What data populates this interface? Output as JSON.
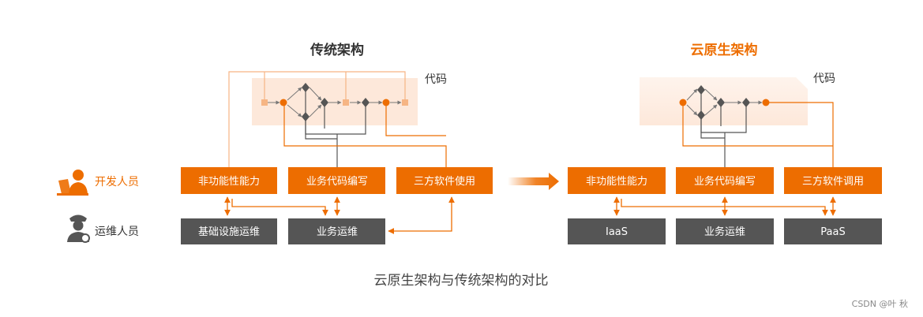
{
  "traditional": {
    "title": "传统架构",
    "code_label": "代码",
    "dev_boxes": [
      "非功能性能力",
      "业务代码编写",
      "三方软件使用"
    ],
    "ops_boxes": [
      "基础设施运维",
      "业务运维"
    ]
  },
  "cloud_native": {
    "title": "云原生架构",
    "code_label": "代码",
    "dev_boxes": [
      "非功能性能力",
      "业务代码编写",
      "三方软件调用"
    ],
    "ops_boxes": [
      "IaaS",
      "业务运维",
      "PaaS"
    ]
  },
  "roles": {
    "developer": "开发人员",
    "operator": "运维人员"
  },
  "caption": "云原生架构与传统架构的对比",
  "watermark": "CSDN @叶  秋",
  "colors": {
    "orange": "#ed6d00",
    "dark_gray": "#555555",
    "light_orange_bg": "#fde8da",
    "node_square": "#f6b584",
    "diamond": "#555555"
  }
}
